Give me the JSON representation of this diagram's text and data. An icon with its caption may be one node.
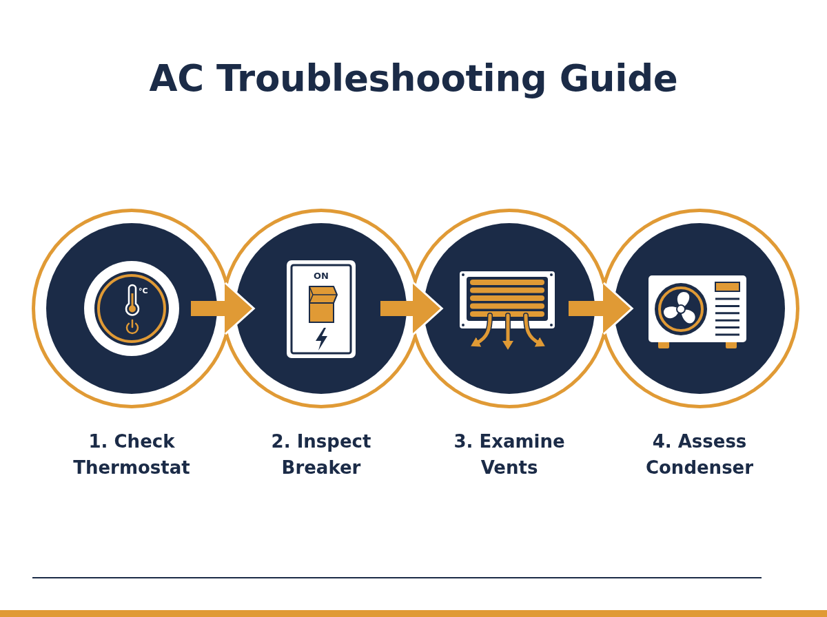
{
  "diagram": {
    "title": "AC Troubleshooting Guide",
    "nodes": [
      {
        "text": [],
        "shape": "circle",
        "beside": [
          "1. Check Thermostat"
        ]
      },
      {
        "text": [],
        "shape": "circle",
        "beside": [
          "2. Inspect Breaker"
        ]
      },
      {
        "text": [],
        "shape": "circle",
        "beside": [
          "3. Examine Vents"
        ]
      },
      {
        "text": [],
        "shape": "circle",
        "beside": [
          "4. Assess Condenser"
        ]
      }
    ],
    "edges": [
      {
        "from": 0,
        "to": 1,
        "arrow": "to"
      },
      {
        "from": 1,
        "to": 2,
        "arrow": "to"
      },
      {
        "from": 2,
        "to": 3,
        "arrow": "to"
      }
    ],
    "labels": [
      "°C",
      "ON"
    ]
  }
}
